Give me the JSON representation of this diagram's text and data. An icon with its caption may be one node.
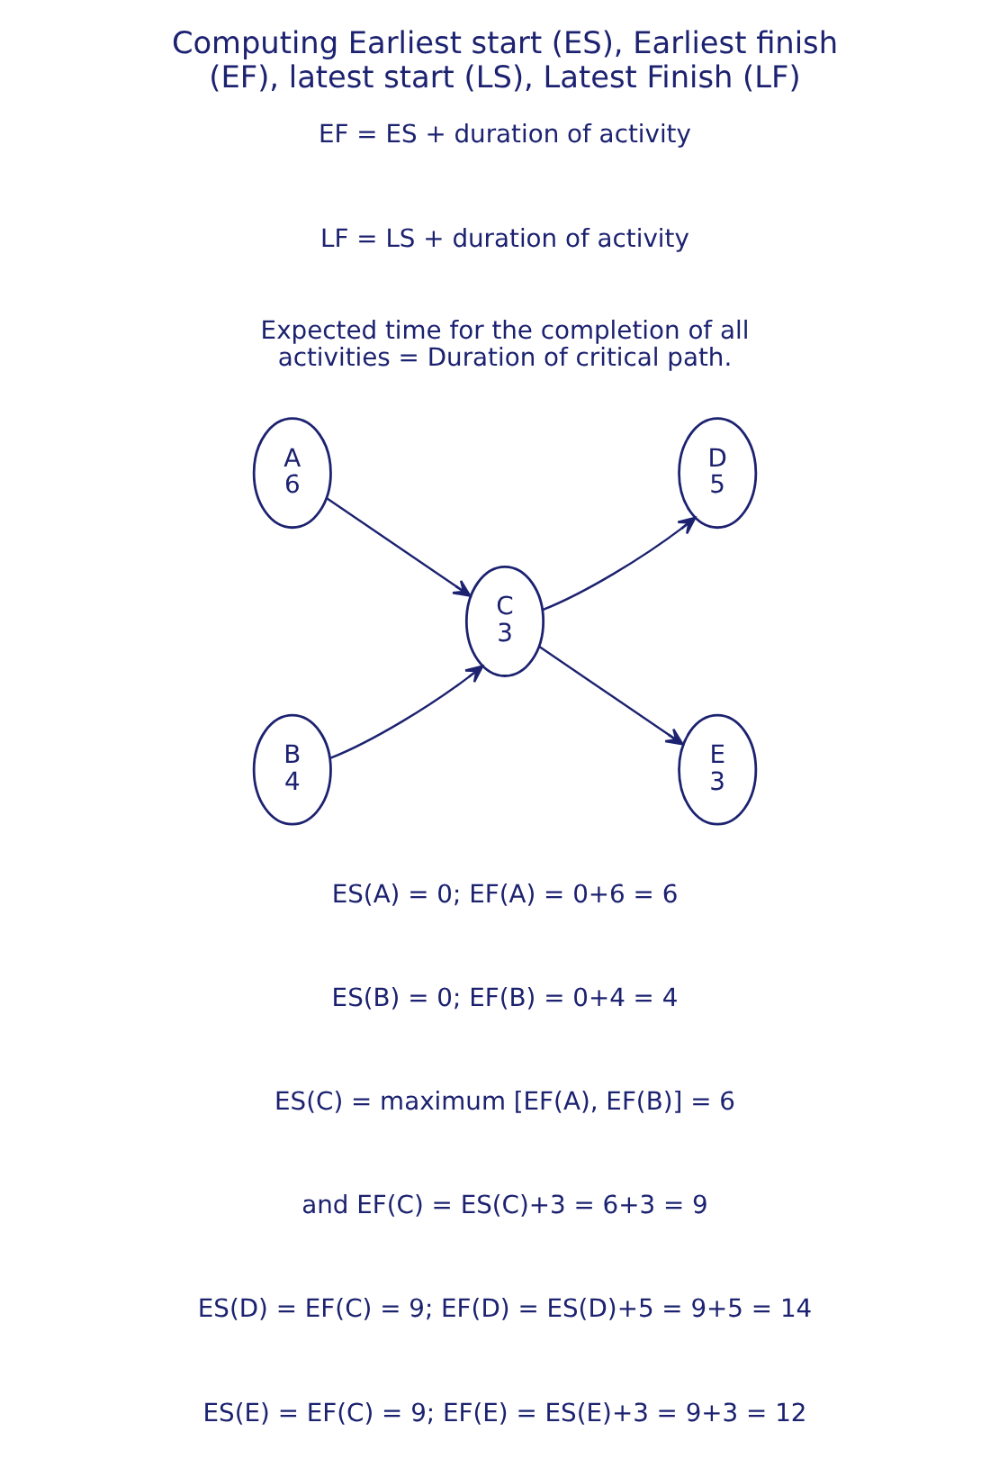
{
  "diagram": {
    "title": "Computing Earliest start (ES), Earliest finish (EF), latest start (LS), Latest Finish (LF)",
    "nodes": [
      {
        "text": [
          "A",
          "6"
        ]
      },
      {
        "text": [
          "B",
          "4"
        ]
      },
      {
        "text": [
          "C",
          "3"
        ]
      },
      {
        "text": [
          "D",
          "5"
        ]
      },
      {
        "text": [
          "E",
          "3"
        ]
      }
    ],
    "edges": [
      {
        "from": 0,
        "to": 2,
        "arrow": "to"
      },
      {
        "from": 1,
        "to": 2,
        "arrow": "to"
      },
      {
        "from": 2,
        "to": 3,
        "arrow": "to"
      },
      {
        "from": 2,
        "to": 4,
        "arrow": "to"
      }
    ],
    "labels": [
      "EF = ES + duration of activity",
      "LF = LS + duration of activity",
      "Expected time for the completion of all activities = Duration of critical path.",
      "ES(A) = 0; EF(A) = 0+6 = 6",
      "ES(B) = 0; EF(B) = 0+4 = 4",
      "ES(C) = maximum [EF(A), EF(B)] = 6",
      "and EF(C) = ES(C)+3 = 6+3 = 9",
      "ES(D) = EF(C) = 9; EF(D) = ES(D)+5 = 9+5 = 14",
      "ES(E) = EF(C) = 9; EF(E) = ES(E)+3 = 9+3 = 12"
    ]
  }
}
